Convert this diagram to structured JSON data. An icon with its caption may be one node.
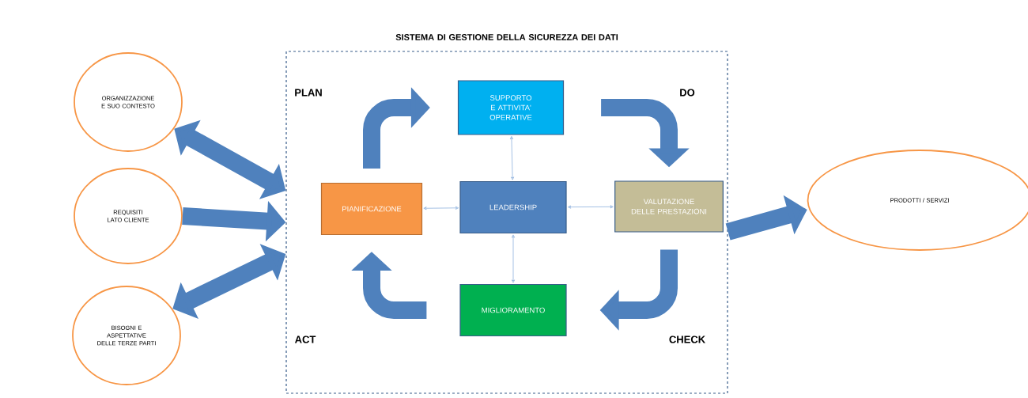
{
  "diagram": {
    "nodes": [
      {
        "text": [
          "ORGANIZZAZIONE E SUO CONTESTO"
        ]
      },
      {
        "text": [
          "REQUISITI LATO CLIENTE"
        ]
      },
      {
        "text": [
          "BISOGNI E ASPETTATIVE DELLE TERZE PARTI"
        ]
      },
      {
        "text": [
          "SISTEMA DI GESTIONE DELLA SICUREZZA DEI DATI"
        ]
      },
      {
        "text": [
          "SUPPORTO E ATTIVITA' OPERATIVE"
        ],
        "in": 3
      },
      {
        "text": [
          "PIANIFICAZIONE"
        ],
        "in": 3
      },
      {
        "text": [
          "LEADERSHIP"
        ],
        "in": 3
      },
      {
        "text": [
          "VALUTAZIONE DELLE PRESTAZIONI"
        ],
        "in": 3
      },
      {
        "text": [
          "MIGLIORAMENTO"
        ],
        "in": 3
      },
      {
        "text": [
          "PRODOTTI / SERVIZI"
        ]
      }
    ],
    "edges": [
      {
        "from": 0,
        "to": 3,
        "arrow": "both"
      },
      {
        "from": 1,
        "to": 3,
        "arrow": "to"
      },
      {
        "from": 2,
        "to": 3,
        "arrow": "both"
      },
      {
        "from": 5,
        "to": 4,
        "arrow": "to"
      },
      {
        "from": 4,
        "to": 7,
        "arrow": "to"
      },
      {
        "from": 7,
        "to": 8,
        "arrow": "to"
      },
      {
        "from": 8,
        "to": 5,
        "arrow": "to"
      },
      {
        "from": 4,
        "to": 6,
        "arrow": "both",
        "color": "#7ea6d8"
      },
      {
        "from": 5,
        "to": 6,
        "arrow": "both",
        "color": "#7ea6d8"
      },
      {
        "from": 6,
        "to": 7,
        "arrow": "both",
        "color": "#7ea6d8"
      },
      {
        "from": 6,
        "to": 8,
        "arrow": "both",
        "color": "#7ea6d8"
      },
      {
        "from": 3,
        "to": 9,
        "arrow": "to"
      }
    ],
    "labels": [
      "PLAN",
      "DO",
      "ACT",
      "CHECK"
    ]
  }
}
